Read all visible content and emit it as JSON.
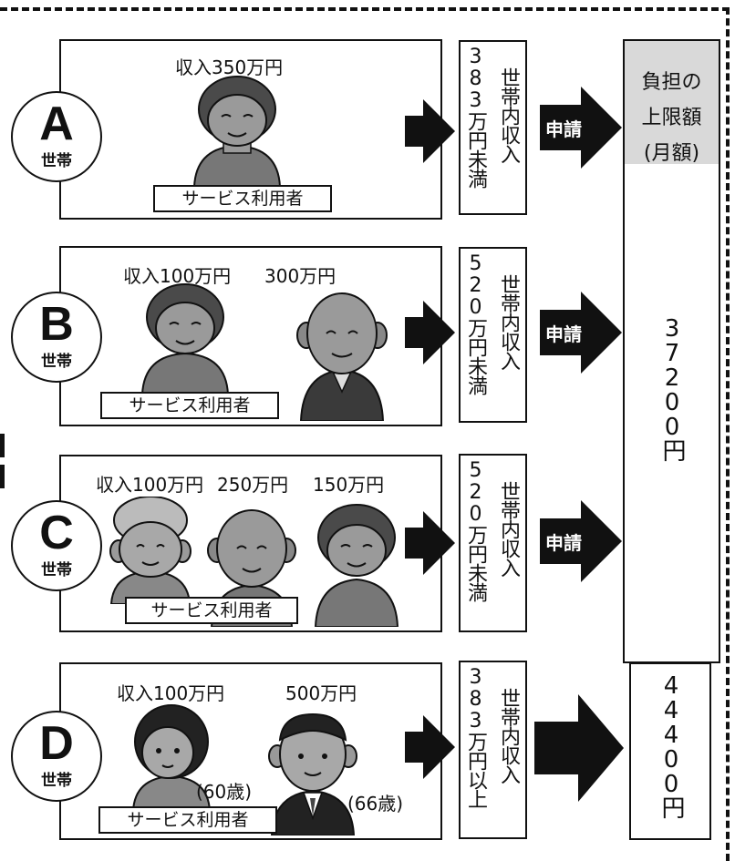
{
  "households": [
    {
      "letter": "A",
      "suffix": "世帯",
      "income_label": "収入350万円",
      "service_user_label": "サービス利用者",
      "threshold_amount": "383万円未満",
      "threshold_label": "世帯内収入",
      "apply_label": "申請"
    },
    {
      "letter": "B",
      "suffix": "世帯",
      "income_label": "収入100万円",
      "income_label_2": "300万円",
      "service_user_label": "サービス利用者",
      "threshold_amount": "520万円未満",
      "threshold_label": "世帯内収入",
      "apply_label": "申請"
    },
    {
      "letter": "C",
      "suffix": "世帯",
      "income_label": "収入100万円",
      "income_label_2": "250万円",
      "income_label_3": "150万円",
      "service_user_label": "サービス利用者",
      "threshold_amount": "520万円未満",
      "threshold_label": "世帯内収入",
      "apply_label": "申請"
    },
    {
      "letter": "D",
      "suffix": "世帯",
      "income_label": "収入100万円",
      "income_label_2": "500万円",
      "age_1": "(60歳)",
      "age_2": "(66歳)",
      "service_user_label": "サービス利用者",
      "threshold_amount": "383万円以上",
      "threshold_label": "世帯内収入"
    }
  ],
  "limit": {
    "header_line1": "負担の",
    "header_line2": "上限額",
    "header_line3": "(月額)",
    "amount_abc": "37200円",
    "amount_d": "44400円"
  },
  "colors": {
    "line": "#111111",
    "header_fill": "#d9d9d9",
    "person_fill": "#808080",
    "hair_fill": "#4a4a4a"
  }
}
